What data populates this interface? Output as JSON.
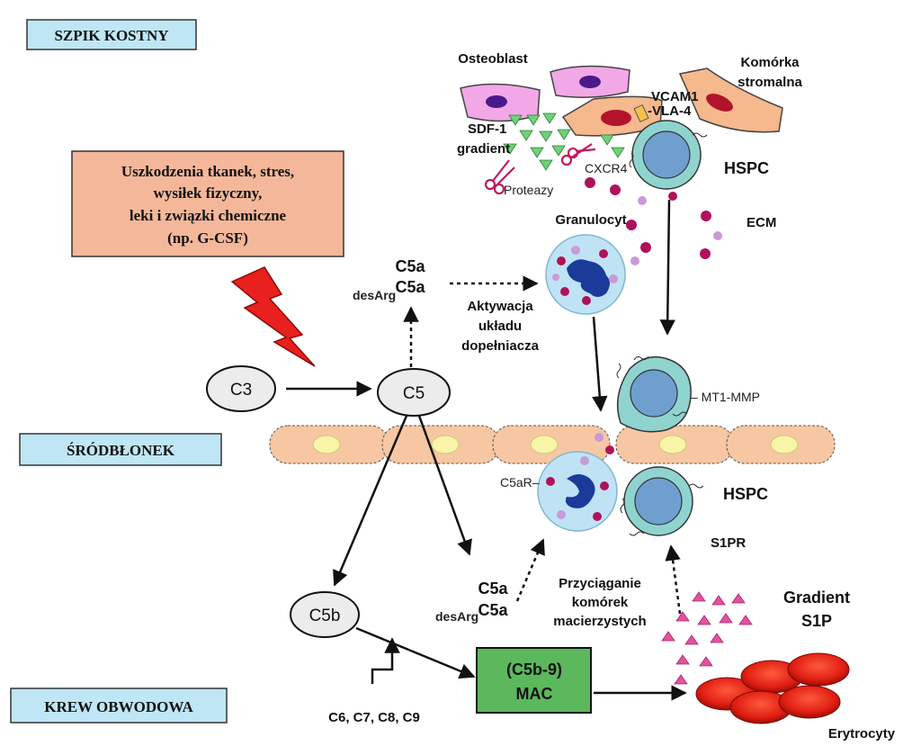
{
  "zones": {
    "bone_marrow": "SZPIK KOSTNY",
    "endothelium": "ŚRÓDBŁONEK",
    "peripheral_blood": "KREW OBWODOWA"
  },
  "stress_box": {
    "line1": "Uszkodzenia tkanek, stres,",
    "line2": "wysiłek fizyczny,",
    "line3": "leki i związki chemiczne",
    "line4": "(np. G-CSF)"
  },
  "nodes": {
    "c3": "C3",
    "c5": "C5",
    "c5b": "C5b",
    "mac_line1": "(C5b-9)",
    "mac_line2": "MAC"
  },
  "cells": {
    "osteoblast": "Osteoblast",
    "stromal_line1": "Komórka",
    "stromal_line2": "stromalna",
    "vcam1": "VCAM1",
    "vla4": "-VLA-4",
    "sdf1_line1": "SDF-1",
    "sdf1_line2": "gradient",
    "cxcr4": "CXCR4",
    "hspc_top": "HSPC",
    "proteases": "Proteazy",
    "granulocyte": "Granulocyt",
    "ecm": "ECM",
    "mt1mmp": "– MT1-MMP",
    "c5ar": "C5aR–",
    "hspc_bottom": "HSPC",
    "s1pr": "S1PR",
    "gradient_line1": "Gradient",
    "gradient_line2": "S1P",
    "erythrocytes": "Erytrocyty"
  },
  "labels": {
    "c5a_top": "C5a",
    "desarg_top": "desArg",
    "c5a_top2": "C5a",
    "activation_line1": "Aktywacja",
    "activation_line2": "układu",
    "activation_line3": "dopełniacza",
    "c5a_bottom": "C5a",
    "desarg_bottom": "desArg",
    "c5a_bottom2": "C5a",
    "attraction_line1": "Przyciąganie",
    "attraction_line2": "komórek",
    "attraction_line3": "macierzystych",
    "c6_c9": "C6, C7, C8, C9"
  },
  "colors": {
    "zone_fill": "#bfe6f5",
    "stress_fill": "#f4b79a",
    "lightning": "#e8201e",
    "mac_fill": "#5cb85c",
    "endothelium": "#f6c7a2",
    "endothelium_nucleus": "#f8f4a8",
    "hspc_outer": "#8fd3cf",
    "hspc_nucleus": "#6f9fcf",
    "granulocyte_halo": "#bfe3f5",
    "granulocyte_nucleus": "#1a3b9a",
    "granule_dark": "#b0125a",
    "granule_light": "#c99ad6",
    "osteoblast": "#f2a8e6",
    "stromal": "#f6b88d",
    "stromal_nucleus": "#b2132b",
    "sdf1": "#6fd17a",
    "s1p": "#e3529f",
    "erythrocyte": "#e11e12"
  }
}
